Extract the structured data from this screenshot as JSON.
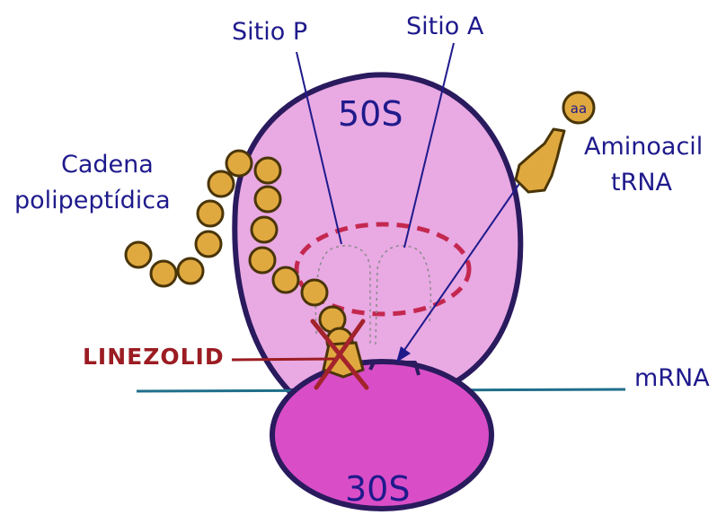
{
  "labels": {
    "sitio_p": "Sitio P",
    "sitio_a": "Sitio A",
    "subunit_large": "50S",
    "subunit_small": "30S",
    "cadena_line1": "Cadena",
    "cadena_line2": "polipeptídica",
    "aminoacil_line1": "Aminoacil",
    "aminoacil_line2": "tRNA",
    "aa": "aa",
    "linezolid": "LINEZOLID",
    "mrna": "mRNA"
  },
  "colors": {
    "ink_blue": "#1f1a8c",
    "outline": "#2a1a5e",
    "large_subunit_fill": "#e9a9e3",
    "small_subunit_fill": "#d94ec7",
    "dashed_red": "#c4284f",
    "bead_fill": "#e0a93f",
    "bead_outline": "#4a3508",
    "linezolid_red": "#9b1c22",
    "mrna_line": "#1f6f8a"
  }
}
